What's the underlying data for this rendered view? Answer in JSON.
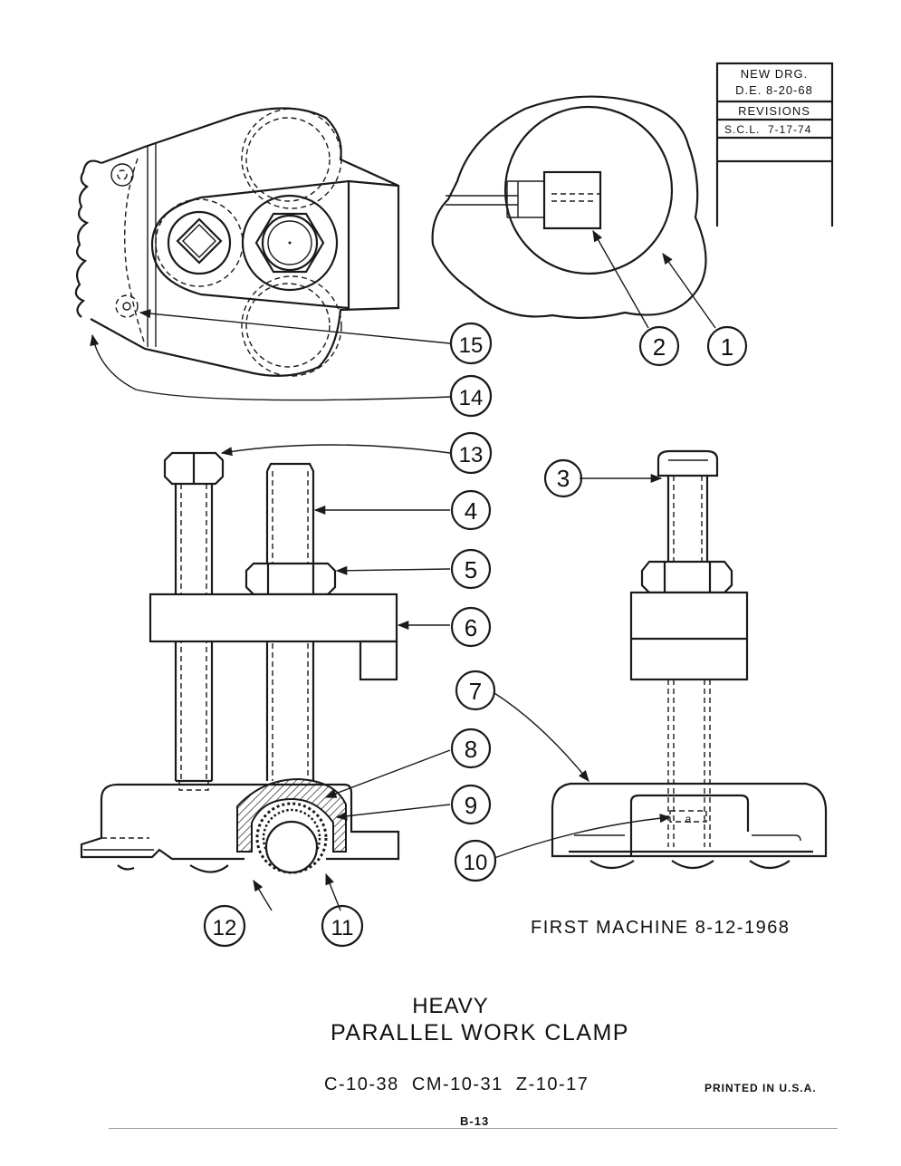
{
  "revision_block": {
    "line1": "NEW DRG.",
    "line2": "D.E. 8-20-68",
    "line3": "REVISIONS",
    "line4_initials": "S.C.L.",
    "line4_date": "7-17-74"
  },
  "callouts": [
    "1",
    "2",
    "3",
    "4",
    "5",
    "6",
    "7",
    "8",
    "9",
    "10",
    "11",
    "12",
    "13",
    "14",
    "15"
  ],
  "first_machine": "FIRST MACHINE 8-12-1968",
  "title_line1": "HEAVY",
  "title_line2": "PARALLEL WORK CLAMP",
  "part_codes": "C-10-38  CM-10-31  Z-10-17",
  "printed_in": "PRINTED IN U.S.A.",
  "page_number": "B-13",
  "detail_label": "a"
}
